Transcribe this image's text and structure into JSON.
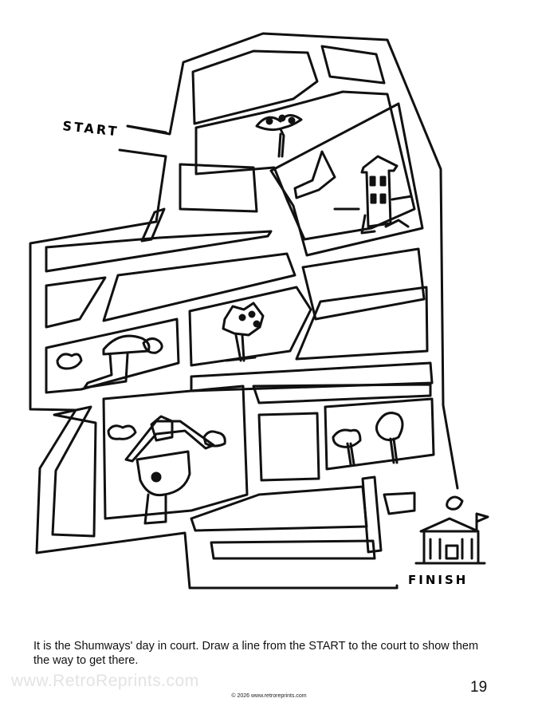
{
  "labels": {
    "start": "START",
    "finish": "FINISH"
  },
  "instructions": "It is the Shumways' day in court. Draw a line from the START to the court to show them the way to get there.",
  "watermark": "www.RetroReprints.com",
  "page_number": "19",
  "copyright": "© 2026 www.retroreprints.com"
}
